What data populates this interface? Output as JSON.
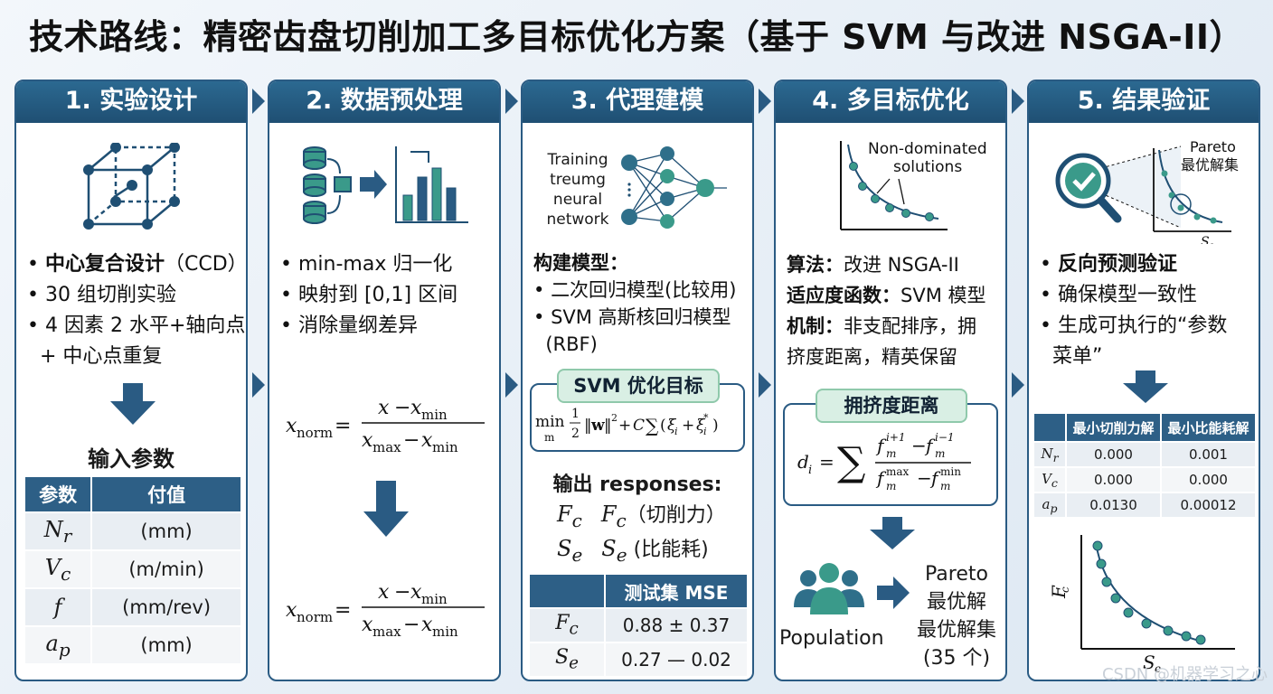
{
  "title": "技术路线：精密齿盘切削加工多目标优化方案（基于 SVM 与改进 NSGA-II）",
  "watermark": "CSDN @机器学习之心",
  "colors": {
    "header": "#1f4f73",
    "accent": "#2a5b83",
    "badge": "#d9efe4",
    "node": "#2f6f8a",
    "point": "#3a9a8a"
  },
  "panel1": {
    "header": "1. 实验设计",
    "bullet1": "中心复合设计",
    "bullet1_suffix": "（CCD）",
    "bullet2": "30 组切削实验",
    "bullet3": "4 因素 2 水平+轴向点",
    "bullet3b": "+ 中心点重复",
    "section_title": "输入参数",
    "table": {
      "headers": [
        "参数",
        "付值"
      ],
      "rows": [
        {
          "sym": "N",
          "sub": "r",
          "val": "(mm)"
        },
        {
          "sym": "V",
          "sub": "c",
          "val": "(m/min)"
        },
        {
          "sym": "f",
          "sub": "",
          "val": "(mm/rev)"
        },
        {
          "sym": "a",
          "sub": "p",
          "val": "(mm)"
        }
      ]
    }
  },
  "panel2": {
    "header": "2. 数据预处理",
    "bullet1": "min-max 归一化",
    "bullet2": "映射到 [0,1] 区间",
    "bullet3": "消除量纲差异"
  },
  "panel3": {
    "header": "3. 代理建模",
    "nn_label": [
      "Training",
      "treumg",
      "neural",
      "network"
    ],
    "model_title": "构建模型：",
    "bullet1": "二次回归模型(比较用)",
    "bullet2": "SVM 高斯核回归模型",
    "bullet2b": "(RBF)",
    "objective_badge": "SVM 优化目标",
    "output_title": "输出 responses:",
    "output1": "（切削力）",
    "output2": "(比能耗)",
    "mse_header": "测试集 MSE",
    "mse_rows": [
      {
        "sym": "F",
        "sub": "c",
        "val": "0.88 ± 0.37"
      },
      {
        "sym": "S",
        "sub": "e",
        "val": "0.27 — 0.02"
      }
    ]
  },
  "panel4": {
    "header": "4. 多目标优化",
    "plot_label": "Non-dominated solutions",
    "plot_label_1": "Non-dominated",
    "plot_label_2": "solutions",
    "algo_key": "算法：",
    "algo_val": "改进 NSGA-II",
    "fit_key": "适应度函数：",
    "fit_val": "SVM 模型",
    "mech_key": "机制：",
    "mech_val": "非支配排序，拥",
    "mech_val2": "挤度距离，精英保留",
    "crowding_badge": "拥挤度距离",
    "population": "Population",
    "pareto_1": "Pareto",
    "pareto_2": "最优解",
    "pareto_3": "最优解集",
    "pareto_4": "(35 个)"
  },
  "panel5": {
    "header": "5. 结果验证",
    "pareto_label_1": "Pareto",
    "pareto_label_2": "最优解集",
    "bullet1": "反向预测验证",
    "bullet2": "确保模型一致性",
    "bullet3": "生成可执行的“参数",
    "bullet3b": "菜单”",
    "table": {
      "headers": [
        "最小切削力解",
        "最小比能耗解"
      ],
      "rows": [
        {
          "sym": "N",
          "sub": "r",
          "v1": "0.000",
          "v2": "0.001"
        },
        {
          "sym": "V",
          "sub": "c",
          "v1": "0.000",
          "v2": "0.000"
        },
        {
          "sym": "a",
          "sub": "p",
          "v1": "0.0130",
          "v2": "0.00012"
        }
      ]
    }
  }
}
